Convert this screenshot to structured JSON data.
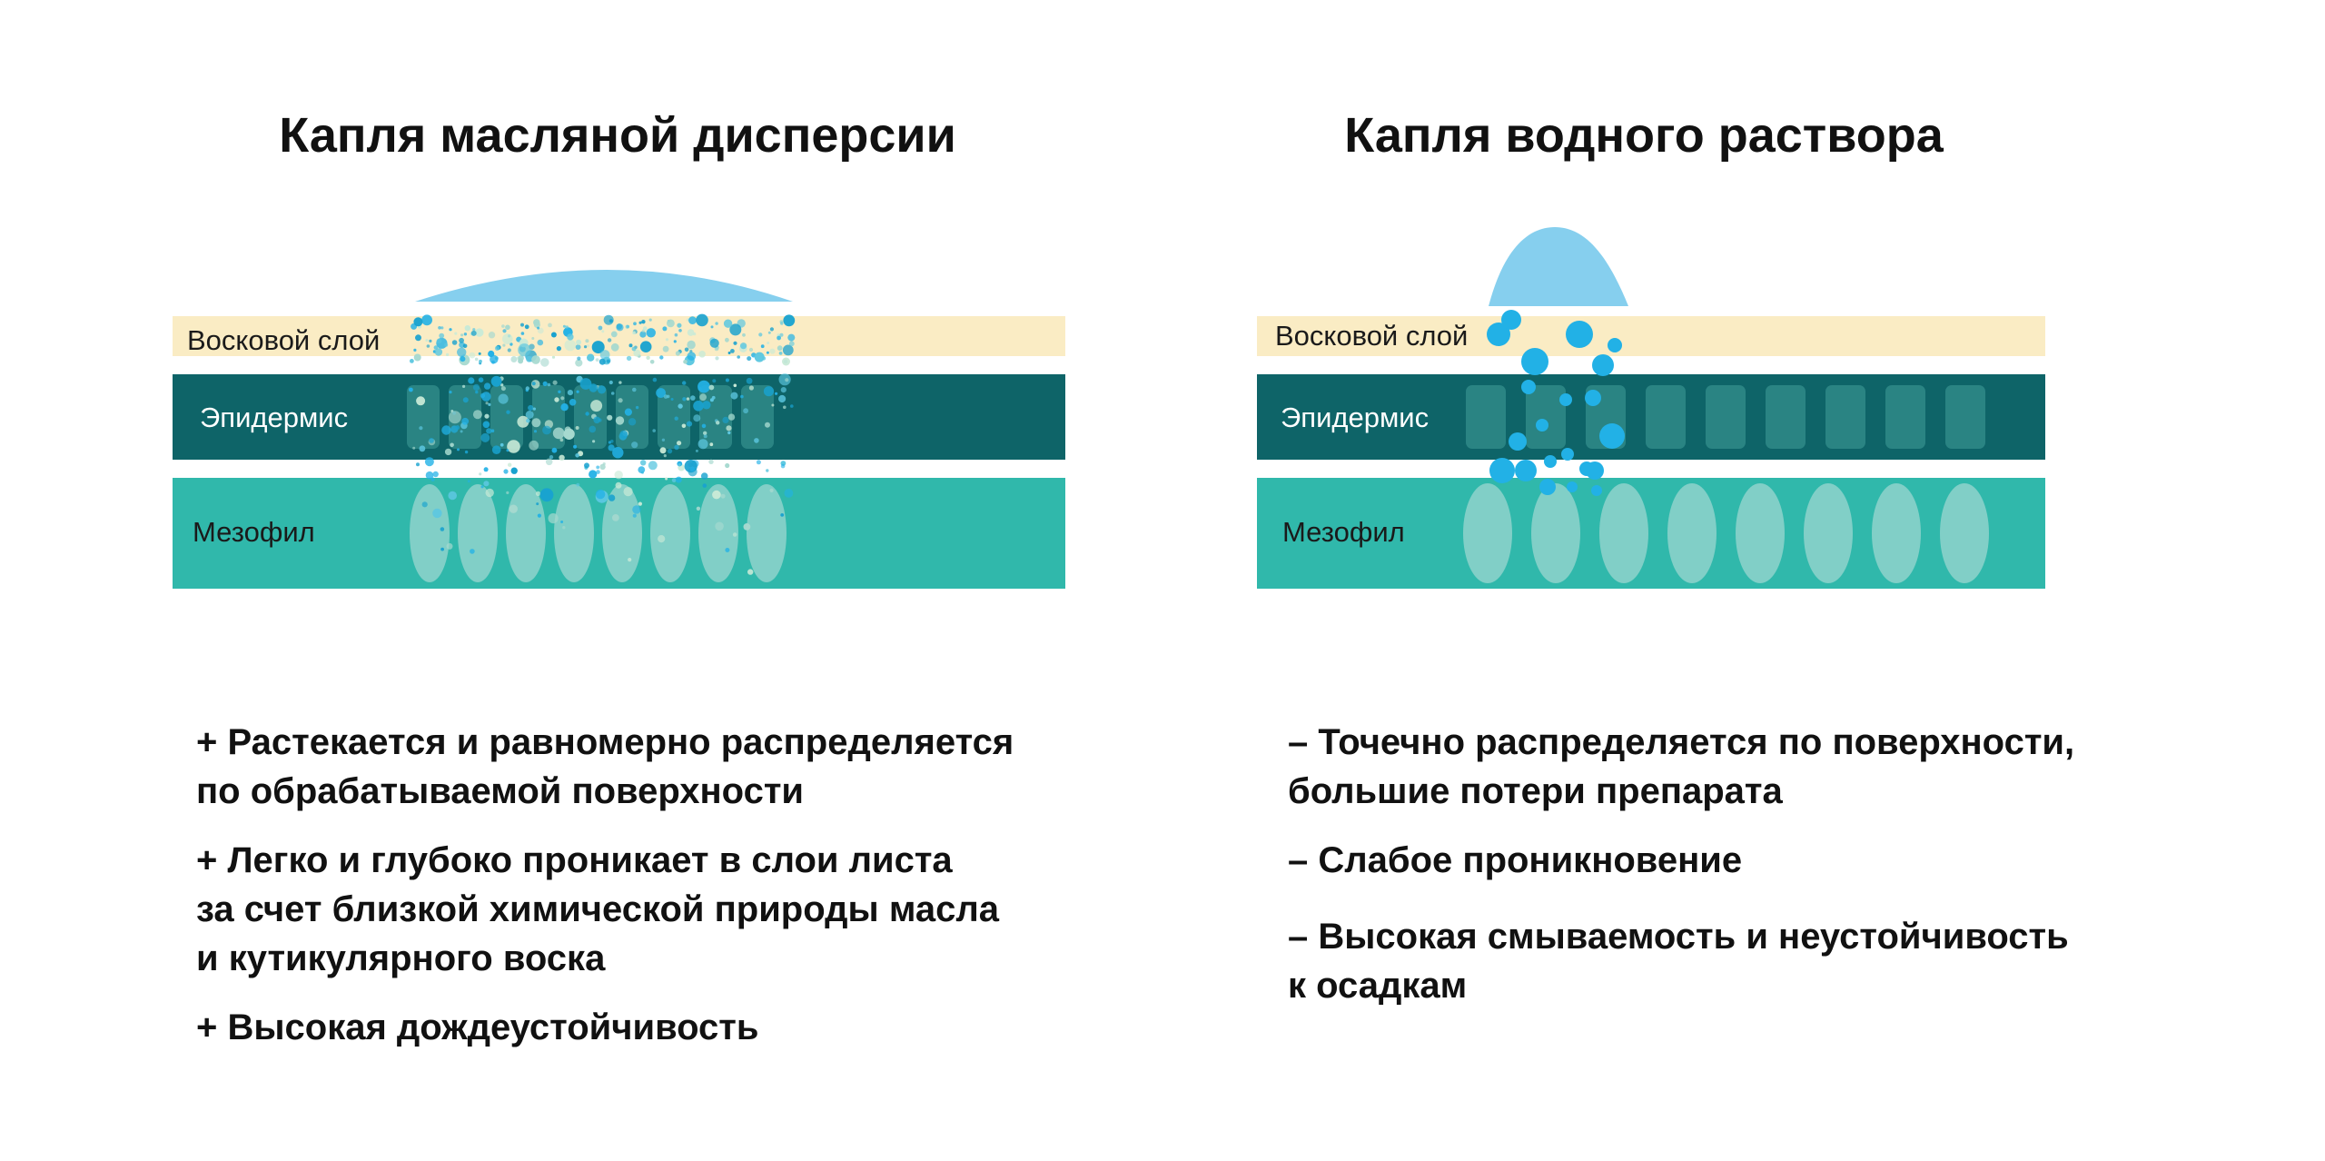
{
  "left": {
    "title": "Капля масляной дисперсии",
    "layers": {
      "wax": "Восковой слой",
      "epidermis": "Эпидермис",
      "mesophyll": "Мезофил"
    },
    "points": [
      "+ Растекается и равномерно распределяется\nпо обрабатываемой поверхности",
      "+ Легко и глубоко проникает в слои листа\nза счет близкой химической природы масла\nи кутикулярного воска",
      "+ Высокая дождеустойчивость"
    ]
  },
  "right": {
    "title": "Капля водного раствора",
    "layers": {
      "wax": "Восковой слой",
      "epidermis": "Эпидермис",
      "mesophyll": "Мезофил"
    },
    "points": [
      "– Точечно распределяется по поверхности,\nбольшие потери препарата",
      "– Слабое проникновение",
      "– Высокая смываемость и неустойчивость\nк осадкам"
    ]
  },
  "colors": {
    "wax": "#faecc4",
    "epidermis": "#0e6468",
    "epidermis_cell": "#2f8a88",
    "mesophyll": "#30b8ab",
    "mesophyll_cell": "#8fd2cb",
    "drop": "#86cfee",
    "droplet": "#22b1e6"
  }
}
